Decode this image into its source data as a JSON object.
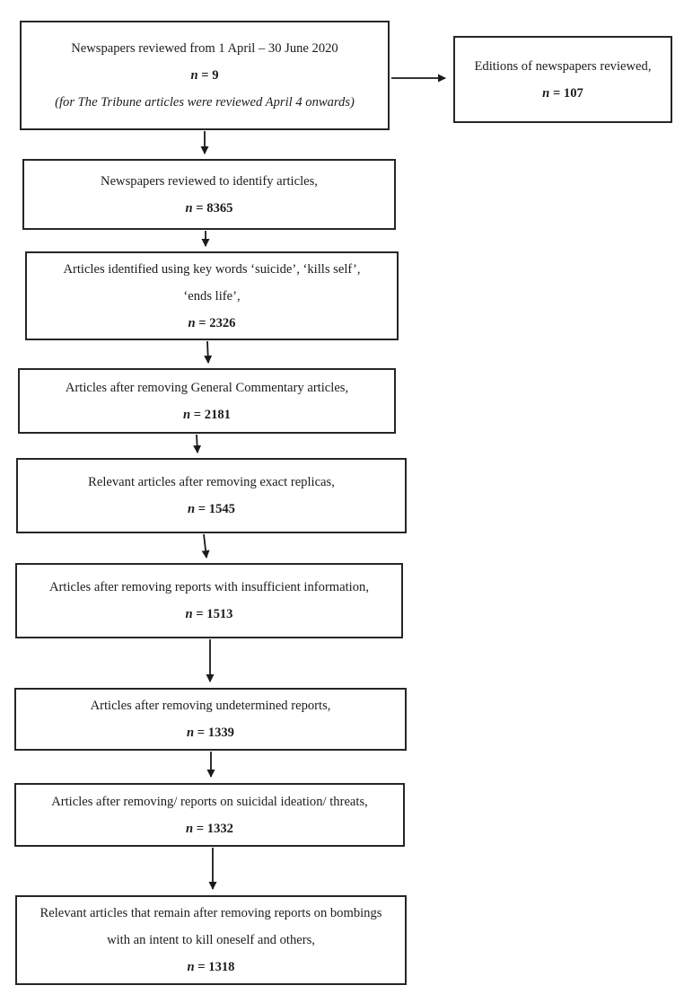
{
  "page": {
    "background_color": "#ffffff",
    "line_color": "#1a1a1a"
  },
  "flowchart": {
    "boxes": [
      {
        "name": "newspapers-reviewed",
        "line1": "Newspapers reviewed from 1 April – 30 June 2020",
        "n_var": "n",
        "n_rest": " = 9",
        "note": "(for The Tribune articles were reviewed April 4 onwards)"
      },
      {
        "name": "editions-of-newspapers",
        "line1": "Editions of newspapers reviewed,",
        "n_var": "n",
        "n_rest": " = 107"
      },
      {
        "name": "newspapers-reviewed-to-identify",
        "line1": "Newspapers reviewed to identify articles,",
        "n_var": "n",
        "n_rest": " = 8365"
      },
      {
        "name": "articles-identified-keywords",
        "line1": "Articles identified using key words ‘suicide’, ‘kills self’,",
        "line2": "‘ends life’,",
        "n_var": "n",
        "n_rest": " = 2326"
      },
      {
        "name": "after-removing-general-commentary",
        "line1": "Articles after removing General Commentary articles,",
        "n_var": "n",
        "n_rest": " = 2181"
      },
      {
        "name": "after-removing-exact-replicas",
        "line1": "Relevant articles after removing exact replicas,",
        "n_var": "n",
        "n_rest": " = 1545"
      },
      {
        "name": "after-removing-insufficient-information",
        "line1": "Articles after removing reports with insufficient information,",
        "n_var": "n",
        "n_rest": " = 1513"
      },
      {
        "name": "after-removing-undetermined",
        "line1": "Articles after removing undetermined reports,",
        "n_var": "n",
        "n_rest": " = 1339"
      },
      {
        "name": "after-removing-ideation-threats",
        "line1": "Articles after removing/ reports on suicidal ideation/ threats,",
        "n_var": "n",
        "n_rest": " = 1332"
      },
      {
        "name": "final-relevant-articles",
        "line1": "Relevant articles that remain after removing reports on bombings",
        "line2": "with an intent to kill oneself and others,",
        "n_var": "n",
        "n_rest": " = 1318"
      }
    ]
  }
}
